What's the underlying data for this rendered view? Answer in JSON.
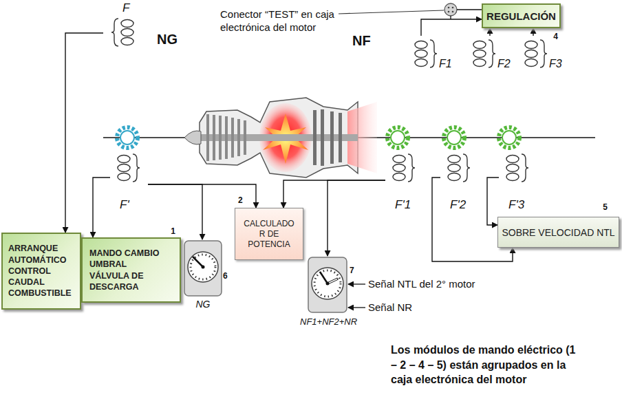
{
  "diagram": {
    "nodes": [
      {
        "text": [
          "REGULACIÓN",
          "4"
        ]
      },
      {
        "text": [
          "F"
        ]
      },
      {
        "text": [
          "F1"
        ]
      },
      {
        "text": [
          "F2"
        ]
      },
      {
        "text": [
          "F3"
        ]
      },
      {
        "text": [
          "F'"
        ]
      },
      {
        "text": [
          "F'1"
        ]
      },
      {
        "text": [
          "F'2"
        ]
      },
      {
        "text": [
          "F'3"
        ]
      },
      {
        "text": [
          "CALCULADO R DE POTENCIA",
          "2"
        ]
      },
      {
        "text": [
          "SOBRE VELOCIDAD NTL",
          "5"
        ]
      },
      {
        "text": [
          "ARRANQUE AUTOMÁTICO CONTROL CAUDAL COMBUSTIBLE"
        ]
      },
      {
        "text": [
          "MANDO CAMBIO UMBRAL VÁLVULA DE DESCARGA",
          "1"
        ]
      },
      {
        "text": [
          "6",
          "NG"
        ]
      },
      {
        "text": [
          "7",
          "NF1+NF2+NR"
        ]
      }
    ],
    "edges": [
      {
        "from": 1,
        "to": 11,
        "arrow": "to"
      },
      {
        "from": 2,
        "to": 0,
        "arrow": "to"
      },
      {
        "from": 3,
        "to": 0,
        "arrow": "to"
      },
      {
        "from": 4,
        "to": 0,
        "arrow": "to"
      },
      {
        "from": 5,
        "to": 12,
        "arrow": "to"
      },
      {
        "from": 5,
        "to": 13,
        "arrow": "to"
      },
      {
        "from": 5,
        "to": 9,
        "arrow": "to"
      },
      {
        "from": 6,
        "to": 9,
        "arrow": "to"
      },
      {
        "from": 6,
        "to": 14,
        "arrow": "to"
      },
      {
        "from": 7,
        "to": 10,
        "arrow": "to"
      },
      {
        "from": 8,
        "to": 10,
        "arrow": "to"
      }
    ],
    "labels": [
      "Conector “TEST” en caja electrónica del motor",
      "NG",
      "NF",
      "Señal NTL del 2° motor",
      "Señal NR",
      "Los módulos de mando eléctrico (1 – 2 – 4 – 5) están agrupados en la caja electrónica del motor"
    ]
  }
}
